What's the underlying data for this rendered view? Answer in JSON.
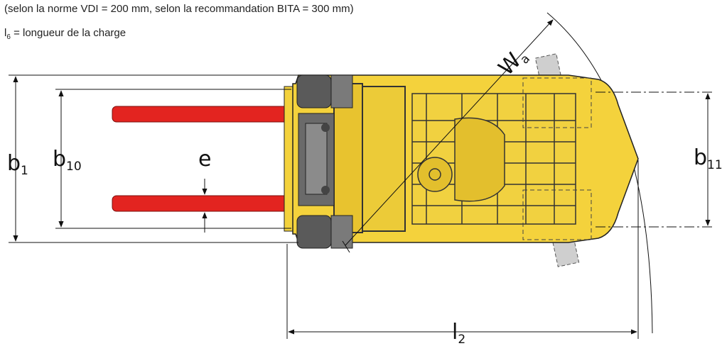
{
  "notes": {
    "line1": "(selon la norme VDI = 200 mm, selon la recommandation BITA = 300 mm)",
    "line2_symbol": "l",
    "line2_subscript": "6",
    "line2_text": " = longueur de la charge"
  },
  "labels": {
    "b1": {
      "base": "b",
      "sub": "1"
    },
    "b10": {
      "base": "b",
      "sub": "10"
    },
    "b11": {
      "base": "b",
      "sub": "11"
    },
    "e": {
      "base": "e"
    },
    "l2": {
      "base": "l",
      "sub": "2"
    },
    "wa": {
      "base": "W",
      "sub": "a"
    }
  },
  "colors": {
    "body": "#f4d23c",
    "body_outline": "#222222",
    "forks": "#e32420",
    "tires": "#5a5a5a",
    "wheel_ghost": "#c8c8c8",
    "dimension_lines": "#111111"
  }
}
